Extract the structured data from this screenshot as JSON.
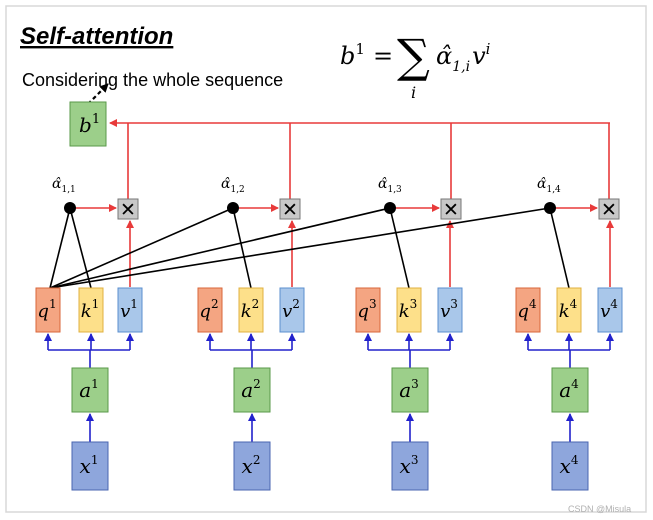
{
  "title": "Self-attention",
  "subtitle": "Considering the whole sequence",
  "formula": {
    "lhs_base": "b",
    "lhs_sup": "1",
    "equals": "=",
    "sum": "∑",
    "sum_index": "i",
    "alpha": "α̂",
    "alpha_sub": "1,i",
    "v": "v",
    "v_sup": "i"
  },
  "output": {
    "base": "b",
    "sup": "1"
  },
  "groups": [
    {
      "weight": {
        "base": "α̂",
        "sub": "1,1"
      },
      "q": {
        "base": "q",
        "sup": "1"
      },
      "k": {
        "base": "k",
        "sup": "1"
      },
      "v": {
        "base": "v",
        "sup": "1"
      },
      "a": {
        "base": "a",
        "sup": "1"
      },
      "x": {
        "base": "x",
        "sup": "1"
      }
    },
    {
      "weight": {
        "base": "α̂",
        "sub": "1,2"
      },
      "q": {
        "base": "q",
        "sup": "2"
      },
      "k": {
        "base": "k",
        "sup": "2"
      },
      "v": {
        "base": "v",
        "sup": "2"
      },
      "a": {
        "base": "a",
        "sup": "2"
      },
      "x": {
        "base": "x",
        "sup": "2"
      }
    },
    {
      "weight": {
        "base": "α̂",
        "sub": "1,3"
      },
      "q": {
        "base": "q",
        "sup": "3"
      },
      "k": {
        "base": "k",
        "sup": "3"
      },
      "v": {
        "base": "v",
        "sup": "3"
      },
      "a": {
        "base": "a",
        "sup": "3"
      },
      "x": {
        "base": "x",
        "sup": "3"
      }
    },
    {
      "weight": {
        "base": "α̂",
        "sub": "1,4"
      },
      "q": {
        "base": "q",
        "sup": "4"
      },
      "k": {
        "base": "k",
        "sup": "4"
      },
      "v": {
        "base": "v",
        "sup": "4"
      },
      "a": {
        "base": "a",
        "sup": "4"
      },
      "x": {
        "base": "x",
        "sup": "4"
      }
    }
  ],
  "multiply_symbol": "✕",
  "watermark": "CSDN @Misula",
  "colors": {
    "q_fill": "#f4a582",
    "q_stroke": "#d9663a",
    "k_fill": "#fde08a",
    "k_stroke": "#e0b040",
    "v_fill": "#a9c7ea",
    "v_stroke": "#5b8fcf",
    "a_fill": "#9ccf8a",
    "a_stroke": "#5a9a4a",
    "x_fill": "#8ea6dc",
    "x_stroke": "#4a66b0",
    "b_fill": "#9ccf8a",
    "b_stroke": "#5a9a4a",
    "mult_fill": "#c8c8c8",
    "red_arrow": "#e83a3a",
    "blue_arrow": "#2222cc",
    "black_line": "#000000"
  }
}
